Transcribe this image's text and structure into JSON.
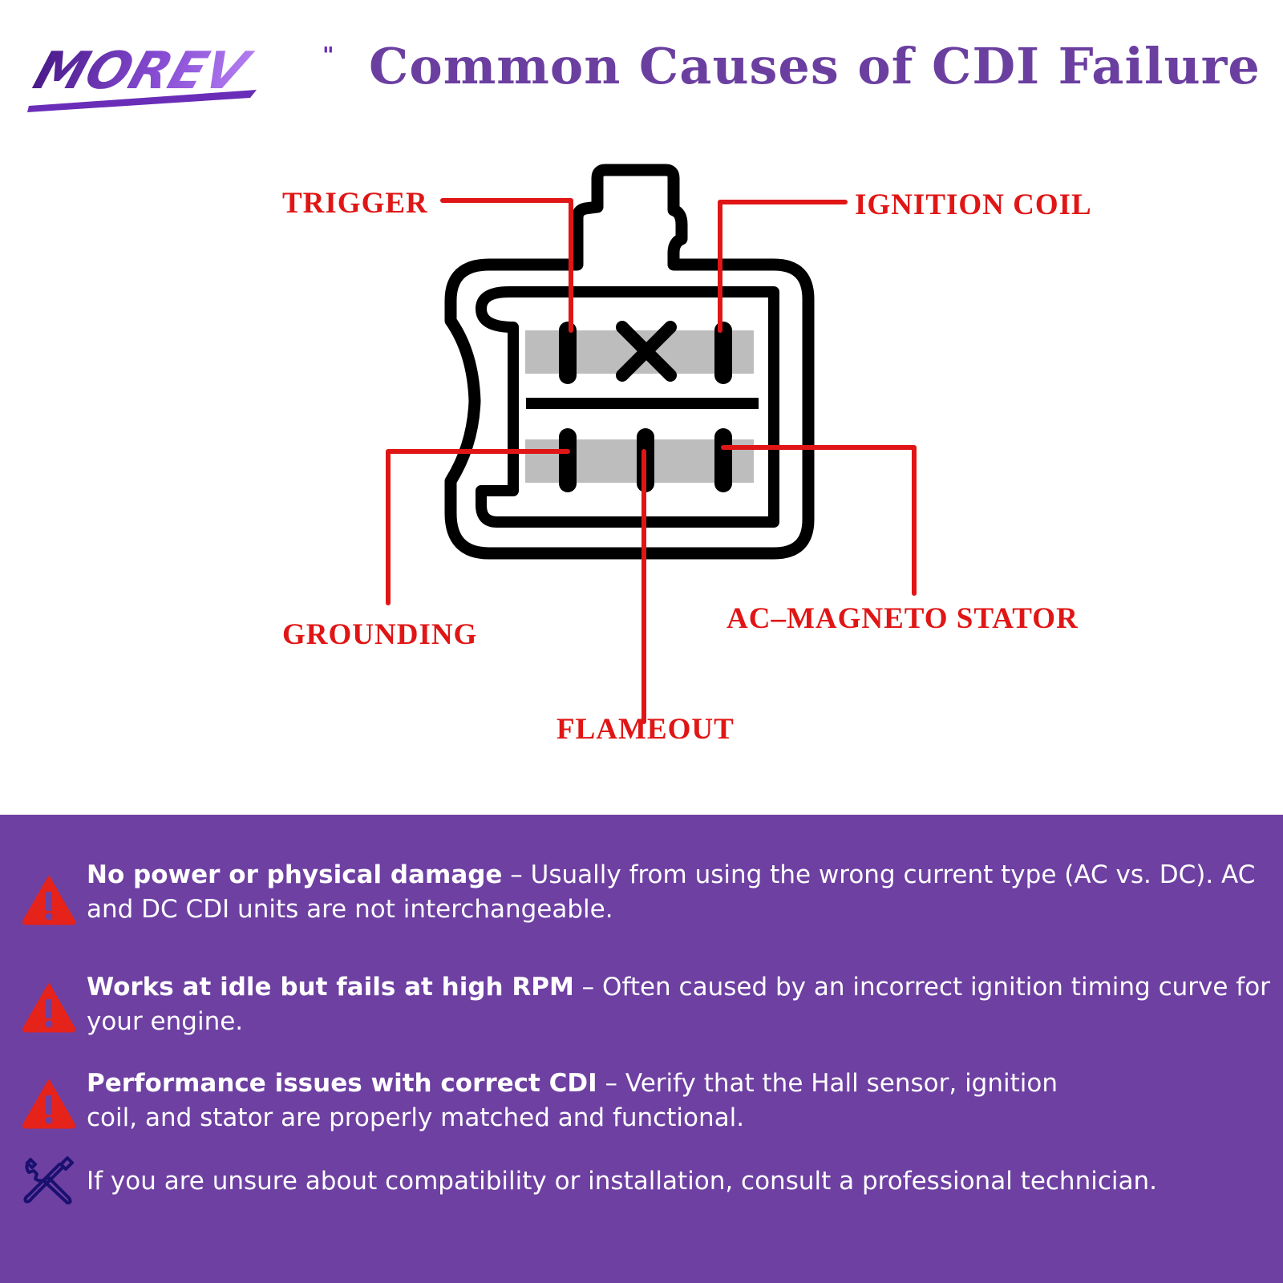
{
  "header": {
    "logo_text": "MOREV",
    "title": "Common Causes of CDI Failure"
  },
  "diagram": {
    "labels": {
      "trigger": "TRIGGER",
      "ignition_coil": "IGNITION COIL",
      "grounding": "GROUNDING",
      "ac_magneto_stator": "AC–MAGNETO STATOR",
      "flameout": "FLAMEOUT"
    }
  },
  "colors": {
    "brand": "#6b3fa0",
    "panel": "#6e40a2",
    "callout": "#e01616",
    "warning": "#e5231b"
  },
  "tips": [
    {
      "icon": "warning-icon",
      "title": "No power or physical damage",
      "separator": " – ",
      "body": "Usually from using the wrong current type (AC vs. DC). AC and DC CDI units are not interchangeable."
    },
    {
      "icon": "warning-icon",
      "title": "Works at idle but fails at high RPM",
      "separator": " – ",
      "body": "Often caused by an incorrect ignition timing curve for your engine."
    },
    {
      "icon": "warning-icon",
      "title": "Performance issues with correct CDI",
      "separator": " – ",
      "body": "Verify that the Hall sensor, ignition coil, and stator are properly matched and functional."
    },
    {
      "icon": "tools-icon",
      "body": "If you are unsure about compatibility or installation, consult a professional technician."
    }
  ]
}
